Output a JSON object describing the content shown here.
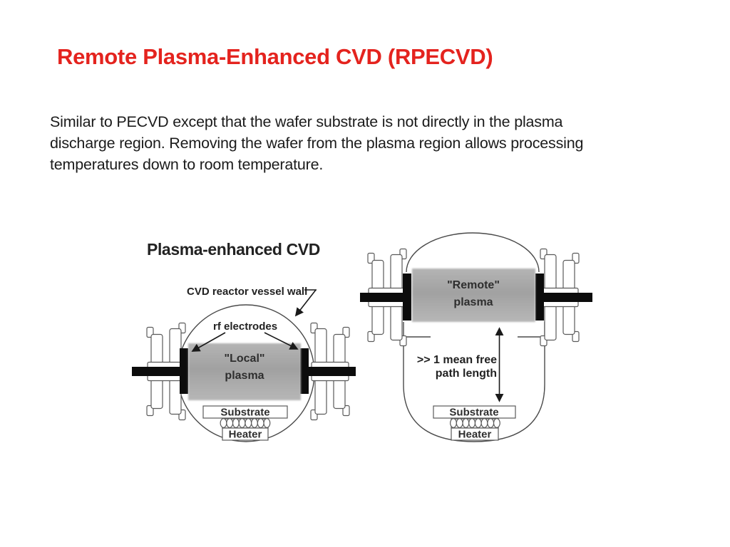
{
  "slide": {
    "title": "Remote Plasma-Enhanced CVD (RPECVD)",
    "body_lines": [
      "Similar to PECVD except that the wafer substrate is not directly in the plasma",
      "discharge region. Removing the wafer from the plasma region allows processing",
      "temperatures down to room temperature."
    ]
  },
  "colors": {
    "title_red": "#e4231e",
    "body_text": "#1b1b1b",
    "diagram_ink": "#4a4a4a",
    "plasma_gray": "#a6a6a6",
    "electrode_black": "#0c0c0c"
  },
  "diagram": {
    "heading": "Plasma-enhanced CVD",
    "vessel_wall_label": "CVD reactor vessel wall",
    "rf_electrodes_label": "rf electrodes",
    "local_plasma": {
      "line1": "\"Local\"",
      "line2": "plasma"
    },
    "remote_plasma": {
      "line1": "\"Remote\"",
      "line2": "plasma"
    },
    "mean_free_path": {
      "line1": ">> 1 mean free",
      "line2": "path length"
    },
    "left_reactor": {
      "substrate": "Substrate",
      "heater": "Heater"
    },
    "right_reactor": {
      "substrate": "Substrate",
      "heater": "Heater"
    }
  }
}
